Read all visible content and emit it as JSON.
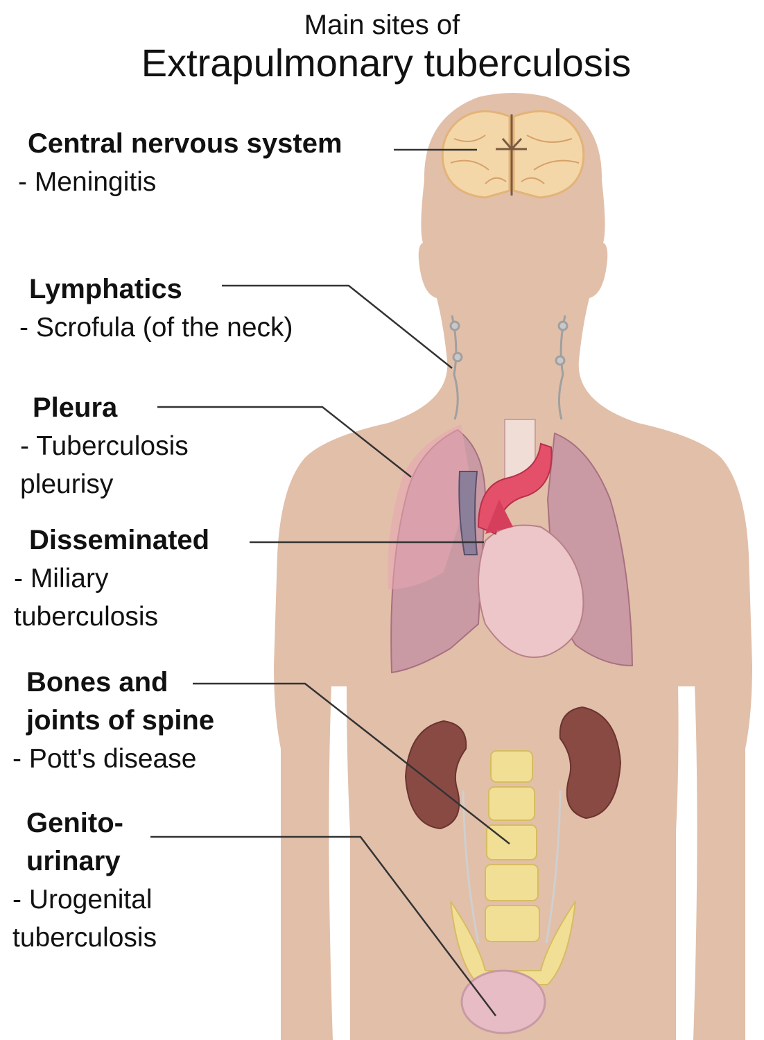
{
  "title": {
    "sub": "Main sites of",
    "main": "Extrapulmonary tuberculosis"
  },
  "sites": [
    {
      "name": "Central nervous system",
      "description": "- Meningitis"
    },
    {
      "name": "Lymphatics",
      "description": "- Scrofula (of the neck)"
    },
    {
      "name": "Pleura",
      "description": "- Tuberculosis\n   pleurisy"
    },
    {
      "name": "Disseminated",
      "description": "- Miliary\n  tuberculosis"
    },
    {
      "name": "Bones and\njoints of spine",
      "description": "- Pott's disease"
    },
    {
      "name": "Genito-\nurinary",
      "description": "- Urogenital\n  tuberculosis"
    }
  ],
  "colors": {
    "body": "#e2bfa9",
    "leader_line": "#333333",
    "brain": "#f3d7a8",
    "lungs": "#c99aa4",
    "heart": "#ecc6c8",
    "aorta": "#e4506a",
    "kidneys": "#8a4a44",
    "spine": "#f2df96",
    "bladder": "#e8bcc4"
  },
  "icons": [
    "body-silhouette",
    "brain-icon",
    "lymph-nodes-icon",
    "lungs-icon",
    "heart-icon",
    "kidneys-icon",
    "spine-icon",
    "bladder-icon"
  ]
}
